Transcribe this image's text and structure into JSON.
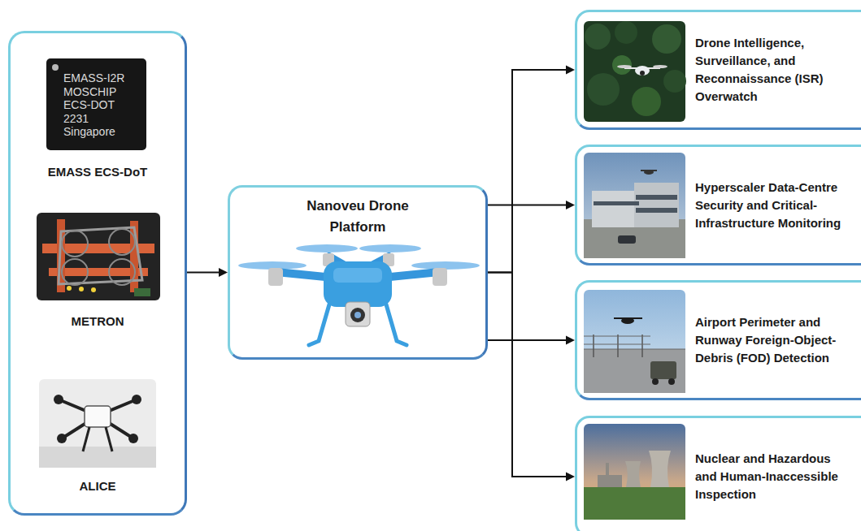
{
  "diagram": {
    "nodes": [
      {
        "text": []
      },
      {
        "text": [
          "EMASS ECS-DoT"
        ],
        "in": 0
      },
      {
        "text": [
          "METRON"
        ],
        "in": 0
      },
      {
        "text": [
          "ALICE"
        ],
        "in": 0
      },
      {
        "text": [
          "Nanoveu Drone Platform"
        ]
      },
      {
        "text": [
          "Drone Intelligence, Surveillance, and Reconnaissance (ISR) Overwatch"
        ]
      },
      {
        "text": [
          "Hyperscaler Data-Centre Security and Critical-Infrastructure Monitoring"
        ]
      },
      {
        "text": [
          "Airport Perimeter and Runway Foreign-Object-Debris (FOD) Detection"
        ]
      },
      {
        "text": [
          "Nuclear and Hazardous and Human-Inaccessible Inspection"
        ]
      }
    ],
    "edges": [
      {
        "from": 0,
        "to": 4,
        "arrow": "to"
      },
      {
        "from": 4,
        "to": 5,
        "arrow": "to"
      },
      {
        "from": 4,
        "to": 6,
        "arrow": "to"
      },
      {
        "from": 4,
        "to": 7,
        "arrow": "to"
      },
      {
        "from": 4,
        "to": 8,
        "arrow": "to"
      }
    ],
    "labels": [
      "EMASS-I2R",
      "MOSCHIP",
      "ECS-DOT",
      "2231",
      "Singapore"
    ]
  }
}
